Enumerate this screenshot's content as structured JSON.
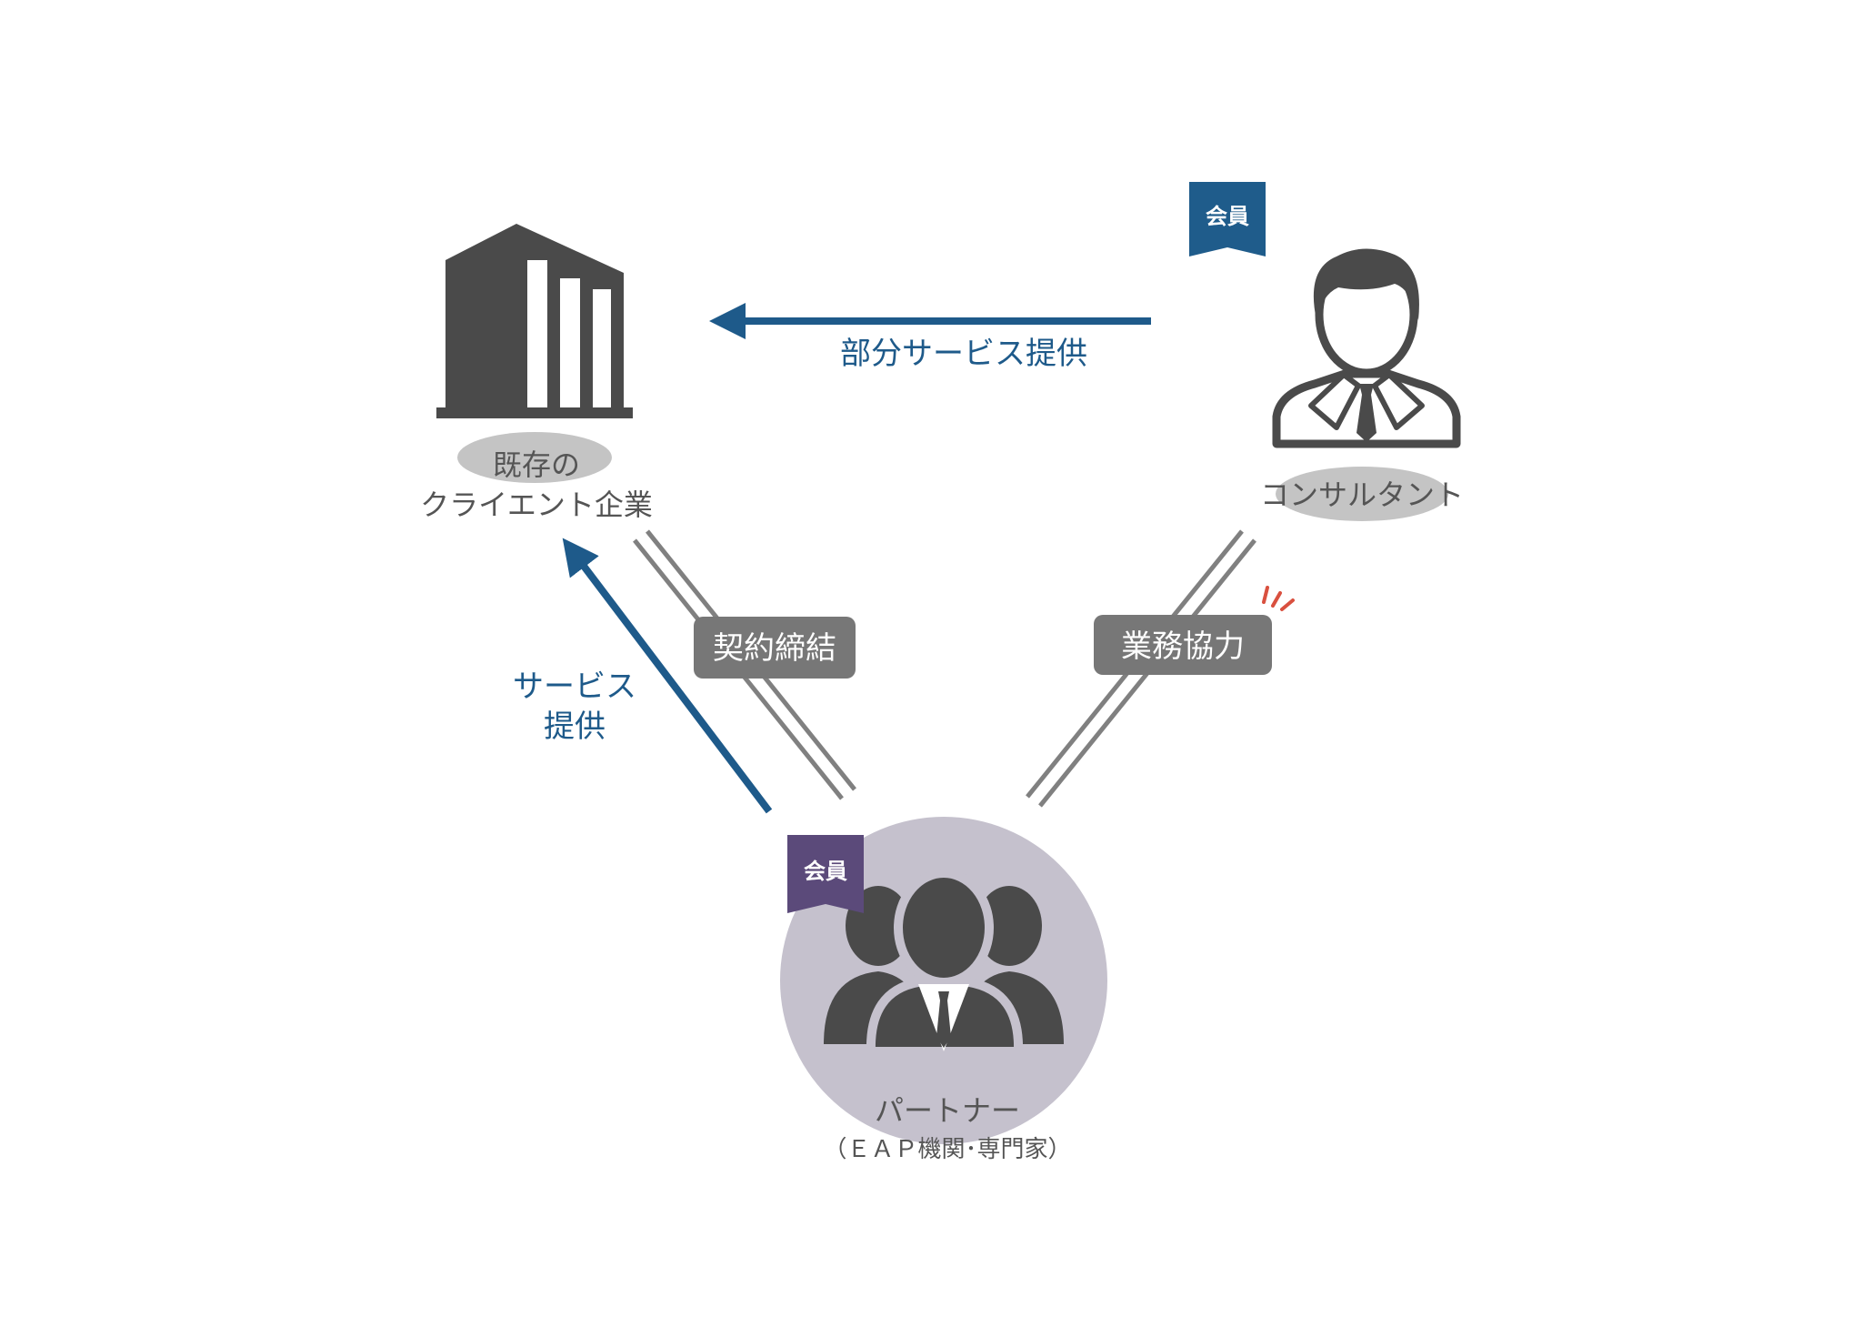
{
  "nodes": {
    "client": {
      "label_line1": "既存の",
      "label_line2": "クライエント企業"
    },
    "consultant": {
      "label": "コンサルタント",
      "badge": "会員"
    },
    "partner": {
      "label_line1": "パートナー",
      "label_line2": "（ＥＡＰ機関･専門家）",
      "badge": "会員"
    }
  },
  "edges": {
    "partial_service": {
      "label": "部分サービス提供"
    },
    "service": {
      "label_line1": "サービス",
      "label_line2": "提供"
    },
    "contract": {
      "label": "契約締結"
    },
    "cooperation": {
      "label": "業務協力"
    }
  },
  "colors": {
    "icon_dark": "#4a4a4a",
    "arrow_blue": "#1e5a8a",
    "link_gray": "#808080",
    "tag_gray": "#777777",
    "ellipse_gray": "#c4c4c4",
    "partner_circle": "#c5c1cd",
    "badge_blue": "#1f5c8b",
    "badge_purple": "#5b4a7a",
    "accent_red": "#d9503f"
  },
  "icons": {
    "client": "office-building-icon",
    "consultant": "businessman-icon",
    "partner": "business-group-icon"
  }
}
